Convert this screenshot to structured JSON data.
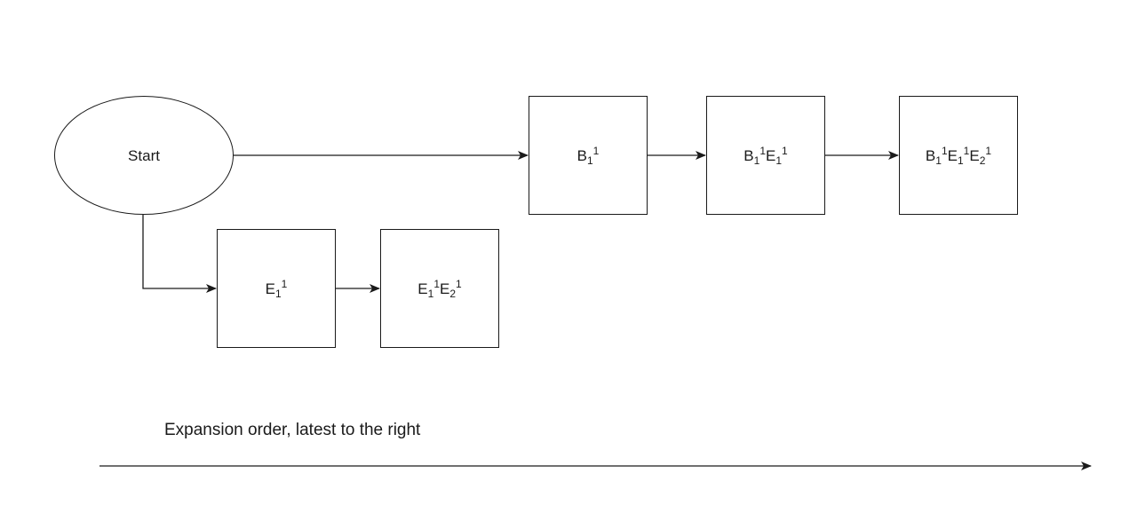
{
  "diagram": {
    "nodes": [
      {
        "id": "start",
        "shape": "ellipse",
        "parts": [
          {
            "t": "Start"
          }
        ]
      },
      {
        "id": "B1",
        "shape": "rect",
        "parts": [
          {
            "t": "B"
          },
          {
            "sub": "1"
          },
          {
            "sup": "1"
          }
        ]
      },
      {
        "id": "B1E1",
        "shape": "rect",
        "parts": [
          {
            "t": "B"
          },
          {
            "sub": "1"
          },
          {
            "sup": "1"
          },
          {
            "t": "E"
          },
          {
            "sub": "1"
          },
          {
            "sup": "1"
          }
        ]
      },
      {
        "id": "B1E1E2",
        "shape": "rect",
        "parts": [
          {
            "t": "B"
          },
          {
            "sub": "1"
          },
          {
            "sup": "1"
          },
          {
            "t": "E"
          },
          {
            "sub": "1"
          },
          {
            "sup": "1"
          },
          {
            "t": "E"
          },
          {
            "sub": "2"
          },
          {
            "sup": "1"
          }
        ]
      },
      {
        "id": "E1",
        "shape": "rect",
        "parts": [
          {
            "t": "E"
          },
          {
            "sub": "1"
          },
          {
            "sup": "1"
          }
        ]
      },
      {
        "id": "E1E2",
        "shape": "rect",
        "parts": [
          {
            "t": "E"
          },
          {
            "sub": "1"
          },
          {
            "sup": "1"
          },
          {
            "t": "E"
          },
          {
            "sub": "2"
          },
          {
            "sup": "1"
          }
        ]
      }
    ],
    "edges": [
      {
        "from": "start",
        "to": "B1"
      },
      {
        "from": "B1",
        "to": "B1E1"
      },
      {
        "from": "B1E1",
        "to": "B1E1E2"
      },
      {
        "from": "start",
        "to": "E1"
      },
      {
        "from": "E1",
        "to": "E1E2"
      }
    ],
    "caption": "Expansion order, latest to the right",
    "colors": {
      "stroke": "#1a1a1a",
      "background": "#ffffff"
    }
  }
}
